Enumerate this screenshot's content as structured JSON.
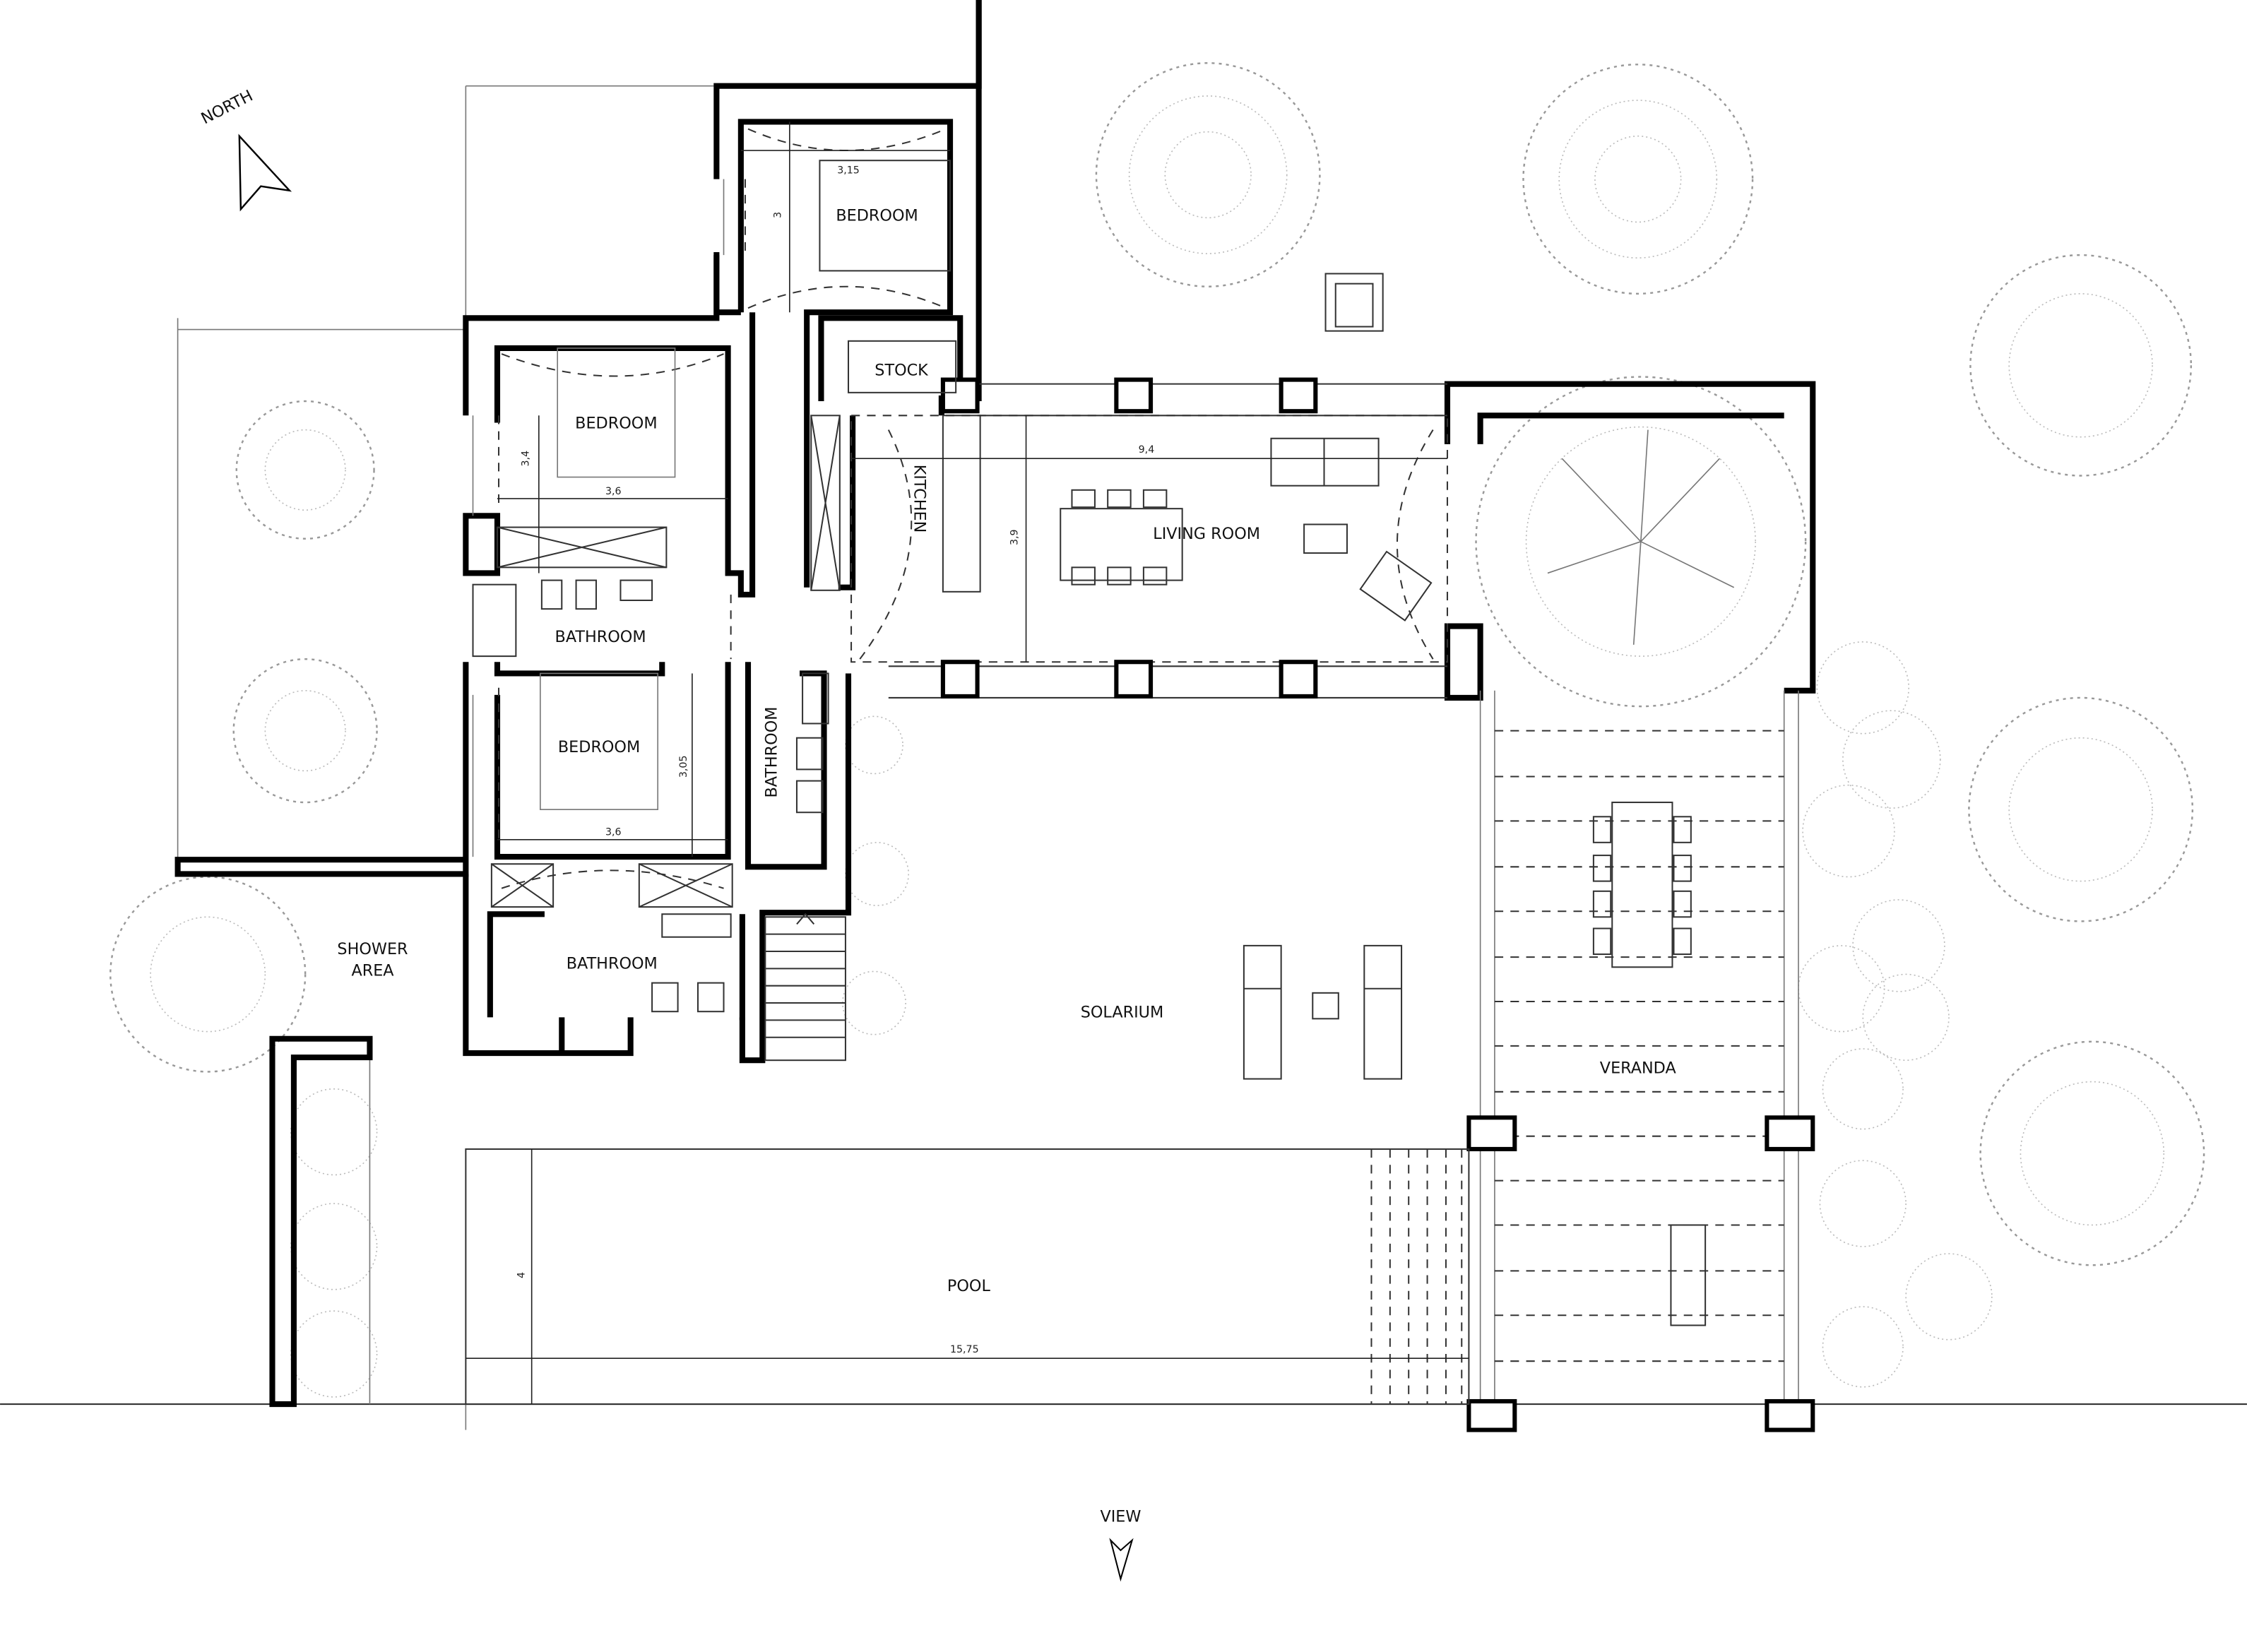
{
  "plan": {
    "north_label": "NORTH",
    "view_label": "VIEW",
    "rooms": {
      "bedroom_north": "BEDROOM",
      "stock": "STOCK",
      "bedroom_west": "BEDROOM",
      "kitchen": "KITCHEN",
      "living_room": "LIVING ROOM",
      "bathroom_middle": "BATHROOM",
      "bedroom_south": "BEDROOM",
      "bathroom_vertical": "BATHROOM",
      "shower_area_line1": "SHOWER",
      "shower_area_line2": "AREA",
      "bathroom_south": "BATHROOM",
      "solarium": "SOLARIUM",
      "veranda": "VERANDA",
      "pool": "POOL"
    },
    "dimensions": {
      "bedroom_north_width": "3,15",
      "bedroom_north_depth": "3",
      "bedroom_west_depth": "3,4",
      "bedroom_west_width": "3,6",
      "living_width": "9,4",
      "living_depth": "3,9",
      "bedroom_south_depth": "3,05",
      "bedroom_south_width": "3,6",
      "pool_width": "4",
      "pool_length": "15,75"
    }
  }
}
